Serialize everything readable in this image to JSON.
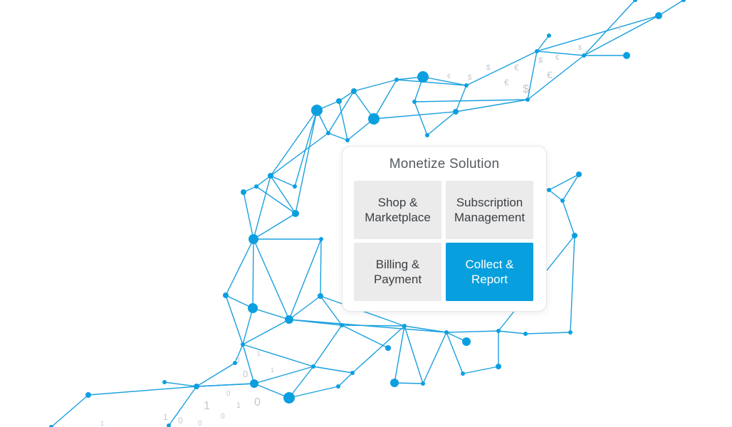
{
  "panel": {
    "title": "Monetize Solution",
    "tiles": [
      {
        "label": "Shop &\nMarketplace",
        "active": false
      },
      {
        "label": "Subscription\nManagement",
        "active": false
      },
      {
        "label": "Billing &\nPayment",
        "active": false
      },
      {
        "label": "Collect &\nReport",
        "active": true
      }
    ]
  },
  "colors": {
    "network": "#1aa0de",
    "accent": "#079fdd",
    "tile_bg": "#ebebeb"
  },
  "decorations": {
    "currency_glyphs": [
      "$",
      "€",
      "$",
      "€",
      "$",
      "€",
      "€",
      "$",
      "€",
      "$",
      "€"
    ],
    "binary_digits": [
      "0",
      "1",
      "0",
      "1",
      "0",
      "1",
      "0",
      "1",
      "0",
      "1",
      "0",
      "1",
      "0"
    ]
  }
}
